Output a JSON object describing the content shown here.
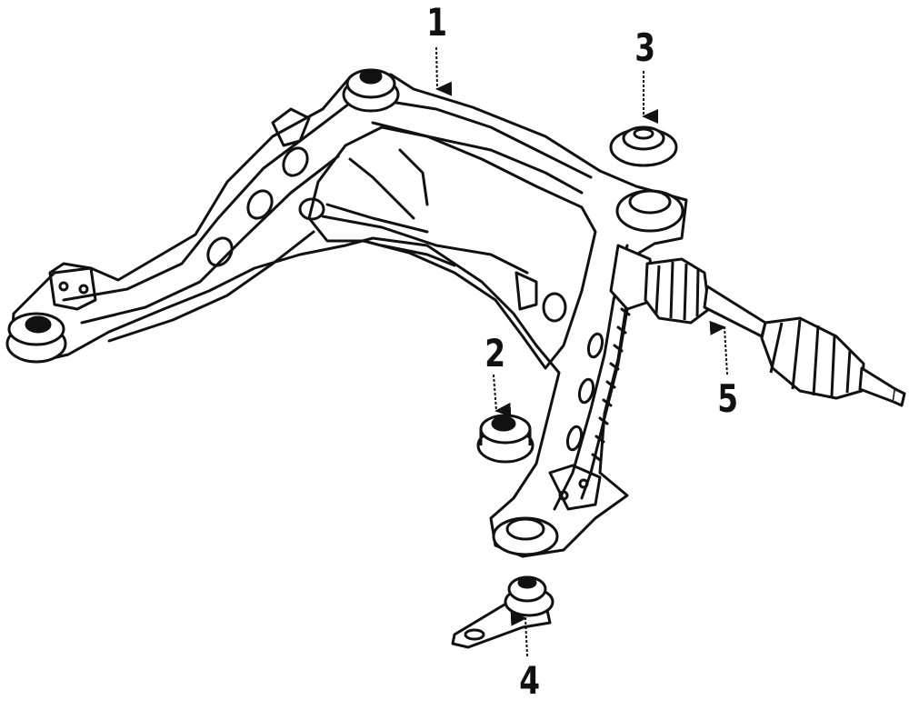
{
  "diagram": {
    "type": "exploded-parts-diagram",
    "ink_color": "#111111",
    "background_color": "#ffffff",
    "callouts": [
      {
        "id": "1",
        "label": "1"
      },
      {
        "id": "2",
        "label": "2"
      },
      {
        "id": "3",
        "label": "3"
      },
      {
        "id": "4",
        "label": "4"
      },
      {
        "id": "5",
        "label": "5"
      }
    ]
  }
}
